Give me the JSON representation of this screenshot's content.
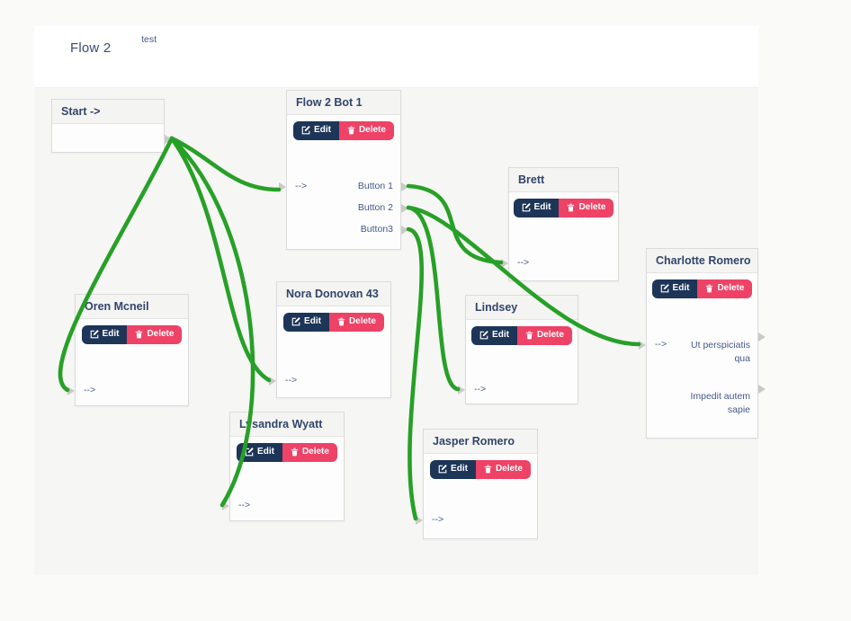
{
  "header": {
    "title": "Flow 2"
  },
  "actions": {
    "edit_label": "Edit",
    "delete_label": "Delete"
  },
  "colors": {
    "connection_green": "#27a027",
    "edit_button": "#1d3557",
    "delete_button": "#ee4266",
    "node_title": "#33456b",
    "canvas_bg": "#f6f6f4"
  },
  "nodes": {
    "start": {
      "title": "Start ->",
      "output_label": "test"
    },
    "bot1": {
      "title": "Flow 2 Bot 1",
      "input_label": "-->",
      "outputs": [
        "Button 1",
        "Button 2",
        "Button3"
      ]
    },
    "brett": {
      "title": "Brett",
      "input_label": "-->"
    },
    "charlotte": {
      "title": "Charlotte Romero",
      "input_label": "-->",
      "outputs": [
        "Ut perspiciatis qua",
        "Impedit autem sapie"
      ]
    },
    "oren": {
      "title": "Oren Mcneil",
      "input_label": "-->"
    },
    "nora": {
      "title": "Nora Donovan 43",
      "input_label": "-->"
    },
    "lindsey": {
      "title": "Lindsey",
      "input_label": "-->"
    },
    "lysandra": {
      "title": "Lysandra Wyatt",
      "input_label": "-->"
    },
    "jasper": {
      "title": "Jasper Romero",
      "input_label": "-->"
    }
  },
  "connections": [
    {
      "from": "Start.test",
      "to": "Flow 2 Bot 1"
    },
    {
      "from": "Start.test",
      "to": "Oren Mcneil"
    },
    {
      "from": "Start.test",
      "to": "Nora Donovan 43"
    },
    {
      "from": "Start.test",
      "to": "Lysandra Wyatt"
    },
    {
      "from": "Flow 2 Bot 1.Button 1",
      "to": "Brett"
    },
    {
      "from": "Flow 2 Bot 1.Button 2",
      "to": "Charlotte Romero"
    },
    {
      "from": "Flow 2 Bot 1.Button 2",
      "to": "Lindsey"
    },
    {
      "from": "Flow 2 Bot 1.Button3",
      "to": "Jasper Romero"
    }
  ]
}
